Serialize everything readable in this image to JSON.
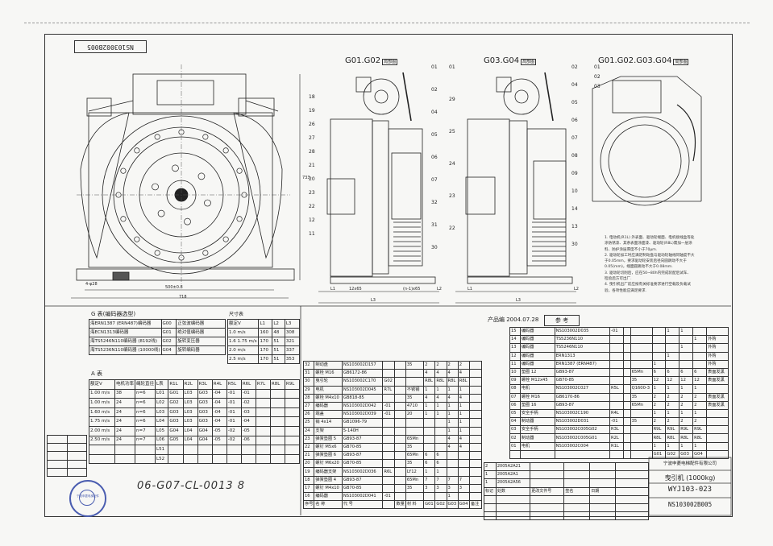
{
  "drawing_no": "NS103002B005",
  "views": {
    "v1": "G01.G02",
    "v2": "G03.G04",
    "v3": "G01.G02.G03.G04",
    "view_tag": "局部图"
  },
  "dims": {
    "width_outer": "718",
    "width_inner": "500±0.8",
    "d1": "4-φ28",
    "height": "733",
    "l1": "L1",
    "l2": "L2",
    "l3": "L3",
    "n_dim": "(n-1)x65",
    "d12": "12x65"
  },
  "balloons_v1_left": [
    "18",
    "19",
    "26",
    "27",
    "28",
    "21",
    "20",
    "23",
    "22",
    "12",
    "11"
  ],
  "balloons_v1_right": [
    "01",
    "02",
    "04",
    "05",
    "06",
    "07",
    "32",
    "31",
    "30"
  ],
  "balloons_v2_left": [
    "01",
    "29",
    "25",
    "24",
    "23",
    "22"
  ],
  "balloons_v2_right": [
    "02",
    "04",
    "05",
    "06",
    "07",
    "08",
    "09",
    "10",
    "14",
    "13",
    "30"
  ],
  "balloons_v3": [
    "01",
    "02",
    "03"
  ],
  "ref_box": "参  考",
  "ref_date": "产品编 2004.07.28",
  "g_table": {
    "title": "G 表(编码器选型)",
    "rows": [
      [
        "海ERN1387 (ERN487)编码器",
        "G00",
        "正弦波编码器"
      ],
      [
        "海ECN1313编码器",
        "G01",
        "绝对值编码器"
      ],
      [
        "海TS5246N110编码器 (8192线)",
        "G02",
        "旋转变压器"
      ],
      [
        "海TS5236N110编码器 (10000线)",
        "G04",
        "旋转编码器"
      ]
    ]
  },
  "spec_table": {
    "title": "尺寸表",
    "header": [
      "额定V",
      "L1",
      "L2",
      "L3"
    ],
    "rows": [
      [
        "1.0 m/s",
        "160",
        "48",
        "308"
      ],
      [
        "1.6 1.75 m/s",
        "170",
        "51",
        "321"
      ],
      [
        "2.0 m/s",
        "170",
        "51",
        "337"
      ],
      [
        "2.5 m/s",
        "170",
        "51",
        "353"
      ]
    ]
  },
  "a_table": {
    "title": "A 表",
    "header": [
      "额定V",
      "电机功率",
      "绳轮直径",
      "L表",
      "R1L",
      "R2L",
      "R3L",
      "R4L",
      "R5L",
      "R6L",
      "R7L",
      "R8L",
      "R9L"
    ],
    "rows": [
      [
        "1.00 m/s",
        "38",
        "n=6",
        "L01",
        "G01",
        "L03",
        "G03",
        "-04",
        "-01",
        "-01",
        "",
        "",
        ""
      ],
      [
        "1.00 m/s",
        "24",
        "n=6",
        "L02",
        "G02",
        "L03",
        "G03",
        "-04",
        "-01",
        "-02",
        "",
        "",
        ""
      ],
      [
        "1.60 m/s",
        "24",
        "n=6",
        "L03",
        "G03",
        "L03",
        "G03",
        "-04",
        "-01",
        "-03",
        "",
        "",
        ""
      ],
      [
        "1.75 m/s",
        "24",
        "n=6",
        "L04",
        "G03",
        "L03",
        "G03",
        "-04",
        "-01",
        "-04",
        "",
        "",
        ""
      ],
      [
        "2.00 m/s",
        "24",
        "n=7",
        "L05",
        "G04",
        "L04",
        "G04",
        "-05",
        "-02",
        "-05",
        "",
        "",
        ""
      ],
      [
        "2.50 m/s",
        "24",
        "n=7",
        "L06",
        "G05",
        "L04",
        "G04",
        "-05",
        "-02",
        "-06",
        "",
        "",
        ""
      ],
      [
        "",
        "",
        "",
        "L51",
        "",
        "",
        "",
        "",
        "",
        "",
        "",
        "",
        ""
      ],
      [
        "",
        "",
        "",
        "L52",
        "",
        "",
        "",
        "",
        "",
        "",
        "",
        "",
        ""
      ]
    ]
  },
  "bom_left": {
    "rows": [
      [
        "32",
        "制动盘",
        "NS103002D157",
        "",
        "",
        "35",
        "2",
        "2",
        "2",
        "2",
        ""
      ],
      [
        "31",
        "螺栓 M16",
        "GB6172-86",
        "",
        "",
        "",
        "4",
        "4",
        "4",
        "4",
        ""
      ],
      [
        "30",
        "曳引轮",
        "NS103002C170",
        "G02",
        "",
        "",
        "R8L",
        "R8L",
        "R8L",
        "R8L",
        ""
      ],
      [
        "29",
        "电机",
        "NS103002D045",
        "R7L",
        "",
        "不锈钢",
        "1",
        "1",
        "1",
        "1",
        ""
      ],
      [
        "28",
        "螺栓 M4x10",
        "GB818-85",
        "",
        "",
        "35",
        "4",
        "4",
        "4",
        "4",
        ""
      ],
      [
        "27",
        "编码器",
        "NS103002D042",
        "-01",
        "",
        "4710",
        "1",
        "1",
        "1",
        "1",
        ""
      ],
      [
        "26",
        "端盖",
        "NS103002D039",
        "-01",
        "",
        "20",
        "1",
        "1",
        "1",
        "1",
        ""
      ],
      [
        "25",
        "销 4x14",
        "GB1096-79",
        "",
        "",
        "",
        "",
        "",
        "1",
        "1",
        ""
      ],
      [
        "24",
        "支架",
        "5-140H",
        "",
        "",
        "",
        "",
        "",
        "1",
        "1",
        ""
      ],
      [
        "23",
        "弹簧垫圈 5",
        "GB93-87",
        "",
        "",
        "65Mn",
        "",
        "",
        "4",
        "4",
        ""
      ],
      [
        "22",
        "螺钉 M5x6",
        "GB70-85",
        "",
        "",
        "35",
        "",
        "",
        "4",
        "4",
        ""
      ],
      [
        "21",
        "弹簧垫圈 6",
        "GB93-87",
        "",
        "",
        "65Mn",
        "6",
        "6",
        "",
        "",
        " "
      ],
      [
        "20",
        "螺钉 M6x20",
        "GB70-85",
        "",
        "",
        "35",
        "6",
        "6",
        "",
        "",
        ""
      ],
      [
        "19",
        "编码器支架",
        "NS103002D036",
        "R6L",
        "",
        "LY12",
        "1",
        "1",
        "",
        "",
        ""
      ],
      [
        "18",
        "弹簧垫圈 4",
        "GB93-87",
        "",
        "",
        "65Mn",
        "7",
        "7",
        "7",
        "7",
        ""
      ],
      [
        "17",
        "螺钉 M4x10",
        "GB70-85",
        "",
        "",
        "35",
        "3",
        "3",
        "3",
        "3",
        ""
      ],
      [
        "16",
        "编码器",
        "NS103002D041",
        "-01",
        "",
        "",
        "",
        "",
        "1",
        "",
        ""
      ]
    ],
    "footer": [
      "序号",
      "名  称",
      "代  号",
      "",
      "数量",
      "材  料",
      "G01",
      "G02",
      "G03",
      "G04",
      "备注"
    ]
  },
  "bom_right": {
    "rows": [
      [
        "15",
        "编码器",
        "NS103002D035",
        "-01",
        "",
        "",
        "",
        "1",
        "1",
        "",
        ""
      ],
      [
        "14",
        "编码器",
        "TS5236N110",
        "",
        "",
        "",
        "",
        "",
        "",
        "1",
        "外购"
      ],
      [
        "13",
        "编码器",
        "TS5246N110",
        "",
        "",
        "",
        "",
        "",
        "1",
        "",
        "外购"
      ],
      [
        "12",
        "编码器",
        "ERN1313",
        "",
        "",
        "",
        "",
        "1",
        "",
        "",
        "外购"
      ],
      [
        "11",
        "编码器",
        "ERN1387 (ERN487)",
        "",
        "",
        "",
        "1",
        "",
        "",
        "",
        "外购"
      ],
      [
        "10",
        "垫圈 12",
        "GB93-87",
        "",
        "",
        "65Mn",
        "6",
        "6",
        "6",
        "6",
        "表面发黑"
      ],
      [
        "09",
        "螺栓 M12x45",
        "GB70-85",
        "",
        "",
        "35",
        "12",
        "12",
        "12",
        "12",
        "表面发黑"
      ],
      [
        "08",
        "电机",
        "NS103002C027",
        "R5L",
        "",
        "Q1600-3",
        "1",
        "1",
        "1",
        "1",
        ""
      ],
      [
        "07",
        "螺栓 M16",
        "GB6170-86",
        "",
        "",
        "35",
        "2",
        "2",
        "2",
        "2",
        "表面发黑"
      ],
      [
        "06",
        "垫圈 16",
        "GB93-87",
        "",
        "",
        "65Mn",
        "2",
        "2",
        "2",
        "2",
        "表面发黑"
      ],
      [
        "05",
        "安全手柄",
        "NS103002C190",
        "R4L",
        "",
        "",
        "1",
        "1",
        "1",
        "1",
        ""
      ],
      [
        "04",
        "制动器",
        "NS103002D031",
        "-01",
        "",
        "35",
        "2",
        "2",
        "2",
        "2",
        ""
      ],
      [
        "03",
        "安全手柄",
        "NS103002C005G02",
        "R3L",
        "",
        "",
        "R9L",
        "R9L",
        "R9L",
        "R9L",
        ""
      ],
      [
        "02",
        "制动器",
        "NS103002C005G01",
        "R2L",
        "",
        "",
        "R8L",
        "R8L",
        "R8L",
        "R8L",
        ""
      ],
      [
        "01",
        "电机",
        "NS103002C004",
        "R1L",
        "",
        "",
        "1",
        "1",
        "1",
        "1",
        ""
      ]
    ],
    "footer": [
      "",
      "",
      "",
      "",
      "",
      "",
      "G01",
      "G02",
      "G03",
      "G04",
      ""
    ]
  },
  "revision": {
    "rows": [
      [
        "2",
        "2005A2A21",
        "",
        "",
        "",
        ""
      ],
      [
        "1",
        "2005A2A1",
        "",
        "",
        "",
        ""
      ],
      [
        "1",
        "2005A2A56",
        "",
        "",
        "",
        ""
      ]
    ],
    "header": [
      "标记",
      "处数",
      "更改文件号",
      "签名",
      "日期",
      ""
    ]
  },
  "title_block": {
    "company": "宁波申菱电梯配件有限公司",
    "name": "曳引机 (1000kg)",
    "model": "WYJ103-023",
    "number": "NS103002B005"
  },
  "notes": [
    "1. 电动机(R1L) 外表面、驱动轮端面、电机接线盒等处",
    "涂防锈漆、其余表面涂面漆、驱动轮(R8L)需加一层涂",
    "料、防护涂层厚度不小于70μm.",
    "2. 驱动轮加工时应满足制动盘与驱动轮轴线同轴度不大",
    "于0.05mm，要求驱动轮安装后径向圆跳动不大于",
    "0.05(mm)，端面圆跳动不大于0.08mm.",
    "3. 驱动轮切削后，应在50~80h内完成装配后试车、",
    "检验后方可出厂.",
    "4. 曳引机出厂前应按有关标准要求进行空载及负载试",
    "验，各项性能应满足要求."
  ],
  "handwriting": "06-G07-CL-0013",
  "handwriting_mark": "8",
  "stamp_text": "宁波申菱电梯配件"
}
